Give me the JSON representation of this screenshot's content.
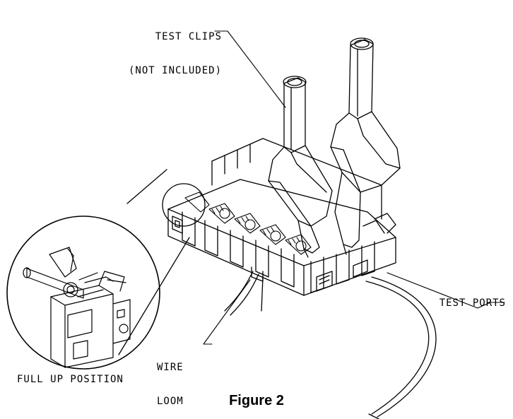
{
  "callouts": {
    "test_clips_line1": "TEST CLIPS",
    "test_clips_line2": "(NOT INCLUDED)",
    "test_ports": "TEST PORTS",
    "wire_loom_line1": "WIRE",
    "wire_loom_line2": "LOOM",
    "full_up_position": "FULL UP POSITION"
  },
  "caption": "Figure 2",
  "colors": {
    "line": "#000000",
    "background": "#ffffff"
  }
}
